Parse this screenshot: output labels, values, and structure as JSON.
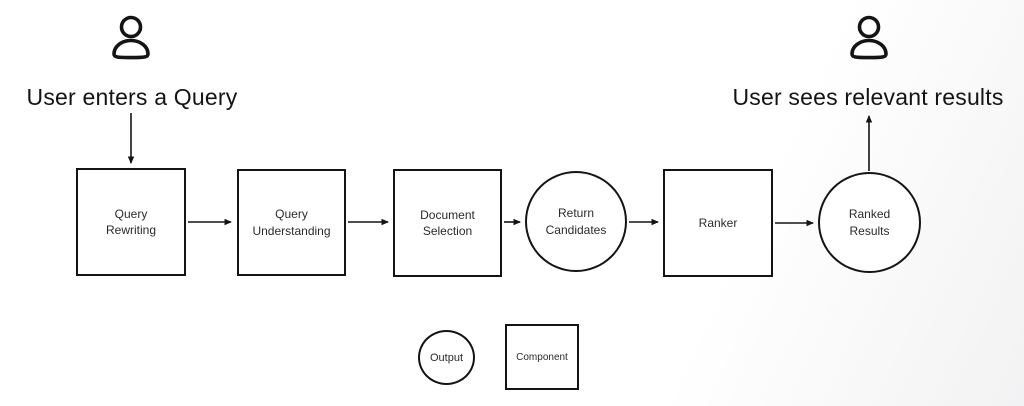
{
  "diagram": {
    "description": "search pipeline flow"
  },
  "annotations": {
    "input_label": "User enters a Query",
    "output_label": "User sees relevant results"
  },
  "icons": {
    "user_left": "person-icon",
    "user_right": "person-icon"
  },
  "pipeline": {
    "nodes": [
      {
        "label": "Query Rewriting",
        "type": "component"
      },
      {
        "label": "Query Understanding",
        "type": "component"
      },
      {
        "label": "Document Selection",
        "type": "component"
      },
      {
        "label": "Return Candidates",
        "type": "output"
      },
      {
        "label": "Ranker",
        "type": "component"
      },
      {
        "label": "Ranked Results",
        "type": "output"
      }
    ]
  },
  "legend": {
    "output_label": "Output",
    "component_label": "Component"
  },
  "colors": {
    "stroke": "#141414",
    "background": "#ffffff",
    "background_corner": "#f2f2f3"
  }
}
